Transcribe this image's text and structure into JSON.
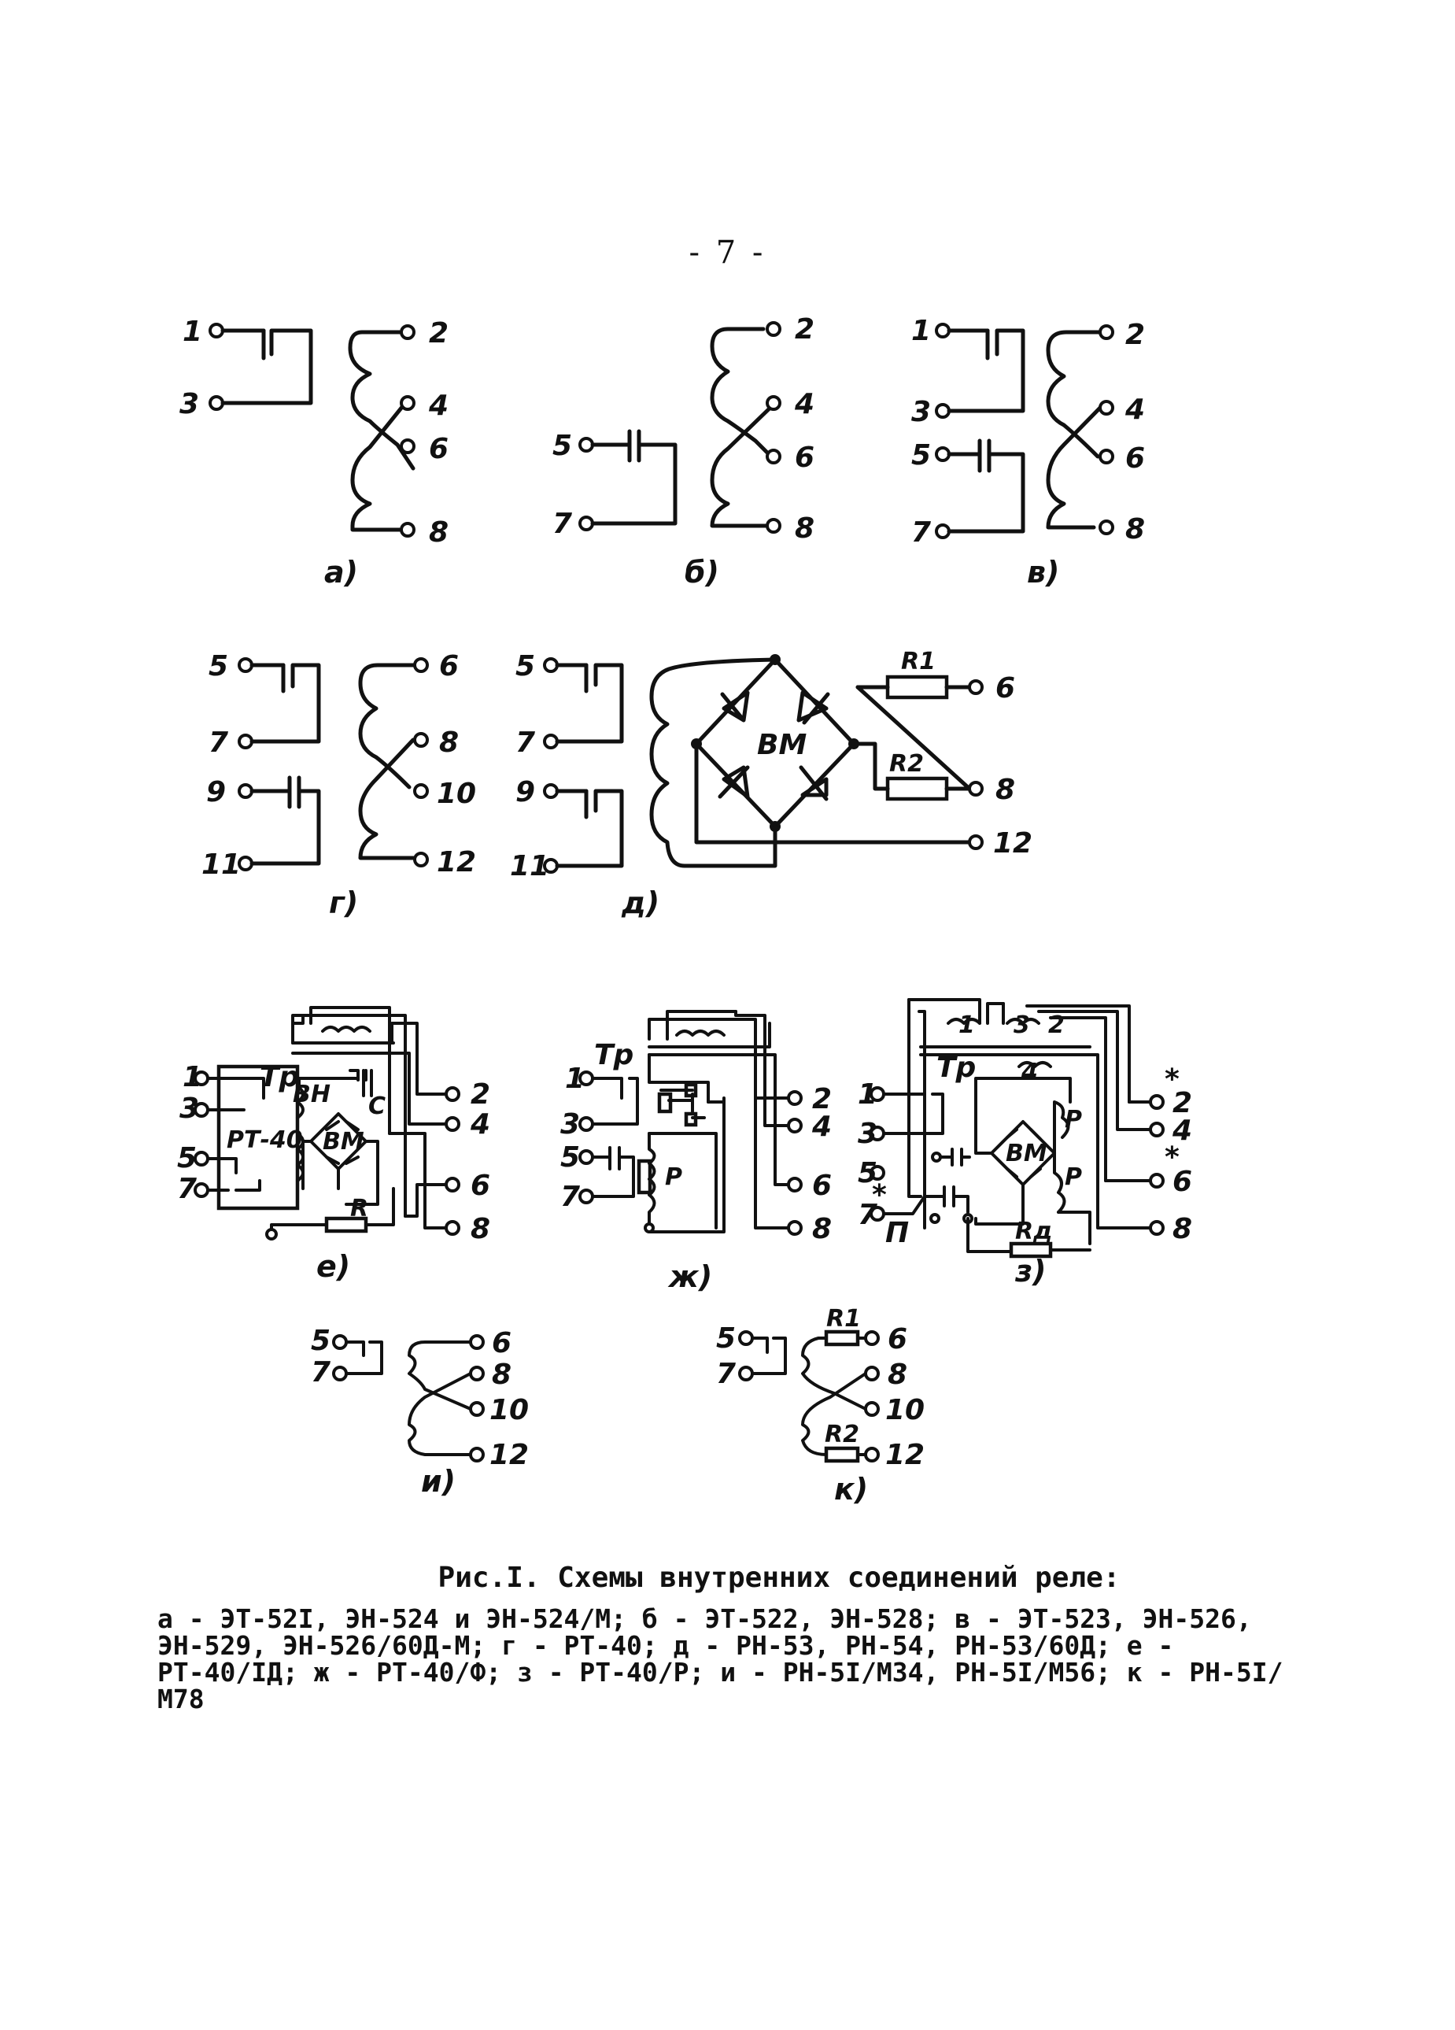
{
  "page": {
    "number": "- 7 -"
  },
  "diagrams": {
    "a": {
      "caption": "а)",
      "terminals": [
        "1",
        "3",
        "2",
        "4",
        "6",
        "8"
      ]
    },
    "b": {
      "caption": "б)",
      "terminals": [
        "5",
        "7",
        "2",
        "4",
        "6",
        "8"
      ]
    },
    "v": {
      "caption": "в)",
      "terminals": [
        "1",
        "3",
        "5",
        "7",
        "2",
        "4",
        "6",
        "8"
      ]
    },
    "g": {
      "caption": "г)",
      "terminals": [
        "5",
        "7",
        "9",
        "11",
        "6",
        "8",
        "10",
        "12"
      ]
    },
    "d": {
      "caption": "д)",
      "terminals": [
        "5",
        "7",
        "9",
        "11",
        "6",
        "8",
        "12"
      ],
      "bridge": "ВМ",
      "resistors": [
        "R1",
        "R2"
      ]
    },
    "e": {
      "caption": "е)",
      "terminals": [
        "1",
        "3",
        "5",
        "7",
        "2",
        "4",
        "6",
        "8"
      ],
      "labels": [
        "Тр",
        "РТ-40",
        "ВН",
        "ВМ",
        "С",
        "R"
      ]
    },
    "zh": {
      "caption": "ж)",
      "terminals": [
        "1",
        "3",
        "5",
        "7",
        "2",
        "4",
        "6",
        "8"
      ],
      "labels": [
        "Тр",
        "Р"
      ]
    },
    "z": {
      "caption": "з)",
      "terminals": [
        "1",
        "3",
        "5",
        "7",
        "2",
        "4",
        "6",
        "8"
      ],
      "labels": [
        "Тр",
        "1",
        "3",
        "2",
        "4",
        "ВМ",
        "Р",
        "Р",
        "П",
        "Rд"
      ],
      "marks": [
        "*",
        "*",
        "*"
      ]
    },
    "i": {
      "caption": "и)",
      "terminals": [
        "5",
        "7",
        "6",
        "8",
        "10",
        "12"
      ]
    },
    "k": {
      "caption": "к)",
      "terminals": [
        "5",
        "7",
        "6",
        "8",
        "10",
        "12"
      ],
      "resistors": [
        "R1",
        "R2"
      ]
    }
  },
  "caption": {
    "title": "Рис.I. Схемы внутренних соединений реле:",
    "body": "а - ЭТ-52I, ЭН-524 и ЭН-524/М; б - ЭТ-522, ЭН-528; в - ЭТ-523, ЭН-526, ЭН-529, ЭН-526/60Д-М; г - РТ-40; д - РН-53, РН-54, РН-53/60Д; е - РТ-40/IД; ж - РТ-40/Ф; з - РТ-40/Р; и - РН-5I/М34, РН-5I/М56; к - РН-5I/М78"
  }
}
